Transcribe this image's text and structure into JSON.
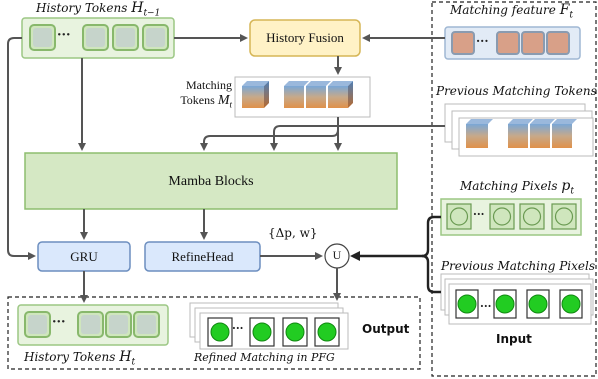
{
  "history_tokens_input": {
    "label": "History Tokens ",
    "symbol_base": "H",
    "symbol_sub": "t−1"
  },
  "history_fusion": {
    "label": "History Fusion"
  },
  "matching_tokens": {
    "label_line1": "Matching",
    "label_line2": "Tokens ",
    "symbol_base": "M",
    "symbol_sub": "t"
  },
  "mamba_blocks": {
    "label": "Mamba Blocks"
  },
  "gru": {
    "label": "GRU"
  },
  "refine_head": {
    "label": "RefineHead"
  },
  "delta_label": "{Δp, w}",
  "union_symbol": "U",
  "output_panel": {
    "history_tokens_out_label": "History Tokens ",
    "history_tokens_out_symbol": "H",
    "history_tokens_out_sub": "t",
    "refined_label": "Refined Matching in PFG",
    "title": "Output"
  },
  "input_panel": {
    "matching_feature_label": "Matching feature ",
    "matching_feature_symbol": "F",
    "matching_feature_sub": "t",
    "prev_matching_tokens_label": "Previous Matching Tokens",
    "matching_pixels_label": "Matching Pixels ",
    "matching_pixels_symbol": "p",
    "matching_pixels_sub": "t",
    "prev_matching_pixels_label": "Previous Matching Pixels",
    "title": "Input"
  },
  "ellipsis": "···",
  "colors": {
    "green_box_fill": "#d5e8c4",
    "green_box_border": "#8dbd6e",
    "history_fusion_fill": "#fff2c6",
    "history_fusion_border": "#d6b656",
    "blue_box_fill": "#dae8fc",
    "blue_box_border": "#6c8ebf",
    "arrow": "#555555",
    "green_dot": "#22cc22",
    "orange_fill": "#e8a878"
  }
}
